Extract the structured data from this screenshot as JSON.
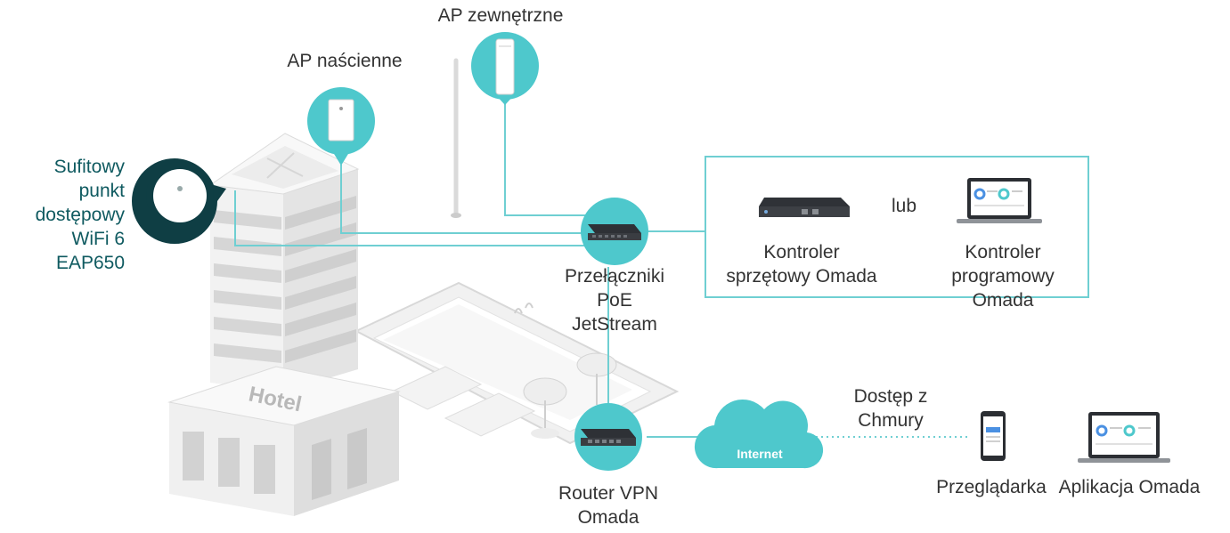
{
  "colors": {
    "teal": "#4ec8cc",
    "dark_teal": "#0f5a60",
    "line": "#6fcfd2",
    "building": "#e8e8e8",
    "building_shade": "#cfcfcf",
    "device_dark": "#3a3d42"
  },
  "building": {
    "sign": "Hotel"
  },
  "nodes": {
    "ceiling_ap": {
      "label": "Sufitowy\npunkt\ndostępowy\nWiFi 6\nEAP650",
      "icon": "ceiling-ap-icon"
    },
    "wall_ap": {
      "label": "AP naścienne",
      "icon": "wall-ap-icon"
    },
    "outdoor_ap": {
      "label": "AP zewnętrzne",
      "icon": "outdoor-ap-icon"
    },
    "switch": {
      "label": "Przełączniki\nPoE\nJetStream",
      "icon": "switch-icon"
    },
    "router": {
      "label": "Router VPN\nOmada",
      "icon": "router-icon"
    },
    "cloud": {
      "label": "Internet",
      "icon": "cloud-icon"
    },
    "cloud_access": {
      "label": "Dostęp z\nChmury"
    }
  },
  "controllers": {
    "separator": "lub",
    "hardware": {
      "label": "Kontroler\nsprzętowy Omada",
      "icon": "hardware-controller-icon"
    },
    "software": {
      "label": "Kontroler\nprogramowy\nOmada",
      "icon": "laptop-icon"
    }
  },
  "clients": {
    "browser": {
      "label": "Przeglądarka",
      "icon": "smartphone-icon"
    },
    "app": {
      "label": "Aplikacja Omada",
      "icon": "laptop-icon"
    }
  }
}
